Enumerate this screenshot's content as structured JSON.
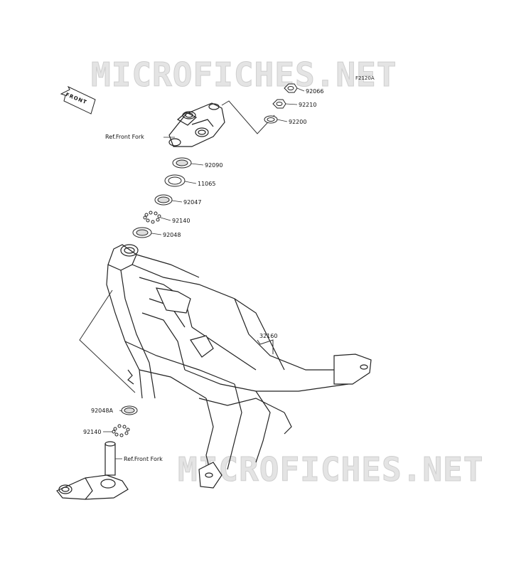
{
  "watermark": "MICROFICHES.NET",
  "diagram_code": "F2120A",
  "front_marker": "FRONT",
  "labels": {
    "p92066": "92066",
    "p92210": "92210",
    "p92200": "92200",
    "ref_fork_top": "Ref.Front Fork",
    "p92090": "92090",
    "p11065": "11065",
    "p92047": "92047",
    "p92140_top": "92140",
    "p92048": "92048",
    "p32160": "32160",
    "p92048A": "92048A",
    "p92140_bottom": "92140",
    "ref_fork_bottom": "Ref.Front Fork"
  }
}
